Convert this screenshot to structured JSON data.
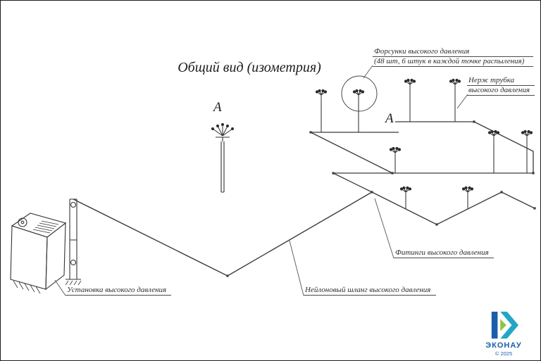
{
  "page": {
    "background": "#ffffff",
    "frame_color": "#1d1d1d"
  },
  "title": "Общий вид (изометрия)",
  "markers": {
    "section_a": "А",
    "detail_a": "А"
  },
  "callouts": {
    "nozzles": {
      "line1": "Форсунки высокого давления",
      "line2": "(48 шт, 6 штук в каждой точке распыления)"
    },
    "steel_tube": {
      "line1": "Нерж трубка",
      "line2": "высокого давления"
    },
    "fittings": {
      "text": "Фитинги высокого давления"
    },
    "nylon_hose": {
      "text": "Нейлоновый шланг высокого давления"
    },
    "pump_unit": {
      "text": "Установка высокого давления"
    }
  },
  "drawing": {
    "line_color": "#3a3a3a",
    "text_color": "#2e2e2e"
  },
  "logo": {
    "name": "ЭКОНАУ",
    "copyright": "© 2025",
    "text_color": "#1a5dab",
    "icon_colors": {
      "bar": "#1a5dab",
      "chevron": "#23a7c6",
      "triangle": "#8cc63f"
    }
  }
}
